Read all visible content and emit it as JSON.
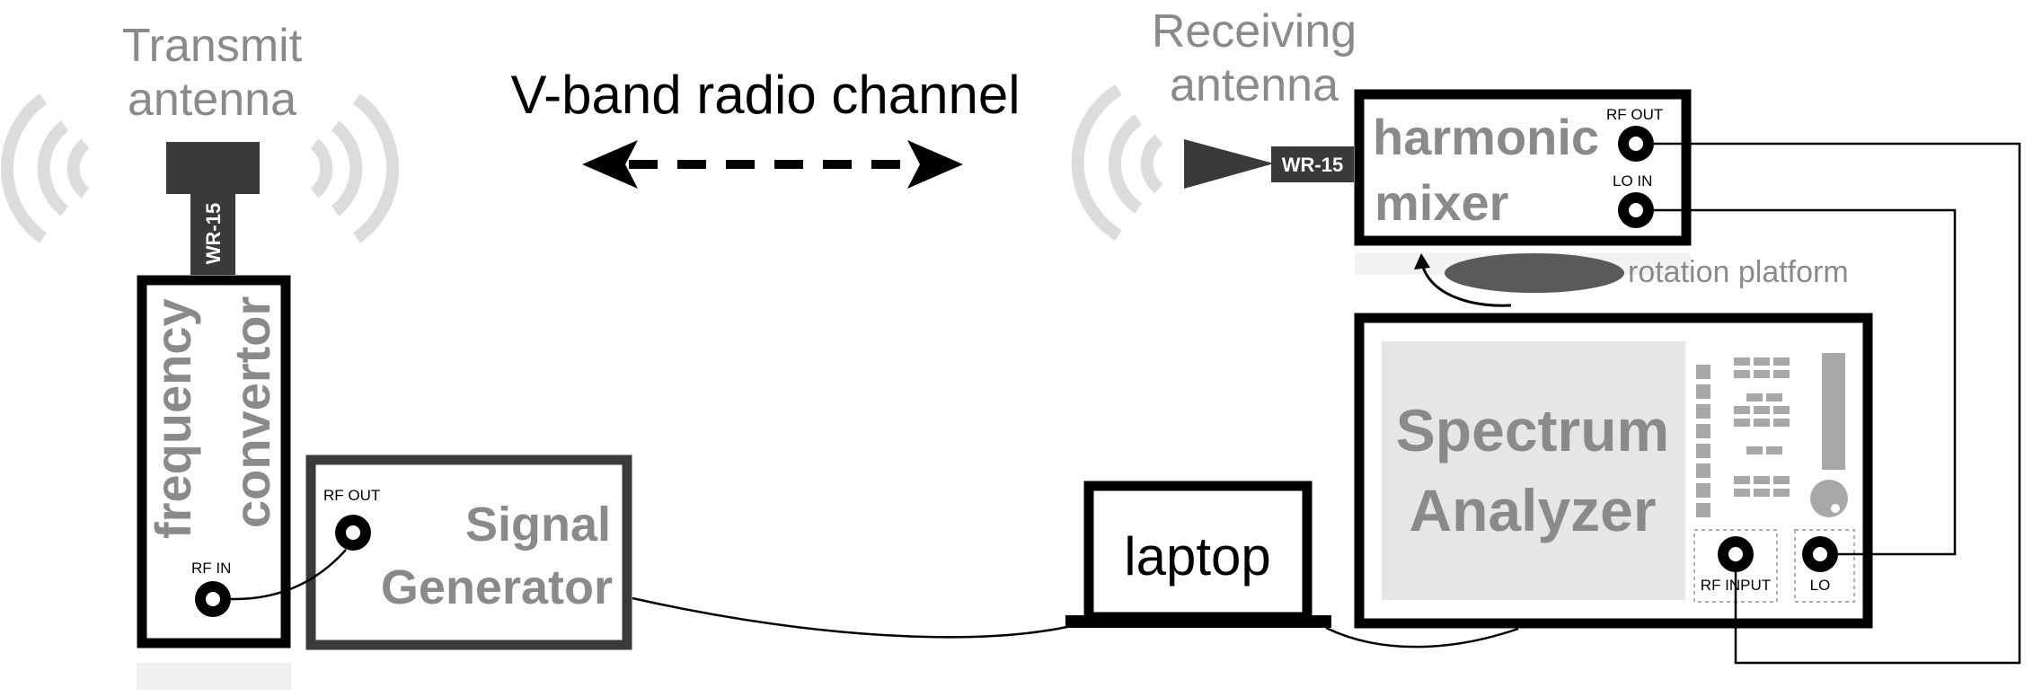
{
  "labels": {
    "transmit_line1": "Transmit",
    "transmit_line2": "antenna",
    "channel": "V-band radio channel",
    "receive_line1": "Receiving",
    "receive_line2": "antenna",
    "wr15_tx": "WR-15",
    "wr15_rx": "WR-15",
    "freq_line1": "frequency",
    "freq_line2": "convertor",
    "freq_rf_in": "RF IN",
    "siggen_rf_out": "RF OUT",
    "siggen_line1": "Signal",
    "siggen_line2": "Generator",
    "mixer_line1": "harmonic",
    "mixer_line2": "mixer",
    "mixer_rf_out": "RF OUT",
    "mixer_lo_in": "LO IN",
    "rotation": "rotation platform",
    "laptop": "laptop",
    "sa_line1": "Spectrum",
    "sa_line2": "Analyzer",
    "sa_rf_input": "RF INPUT",
    "sa_lo": "LO"
  },
  "colors": {
    "wave_grey": "#dcdcdc",
    "label_grey": "#8a8a8a",
    "dark_block": "#3a3a3a",
    "panel_grey": "#e6e6e6",
    "control_grey": "#a8a8a8"
  }
}
